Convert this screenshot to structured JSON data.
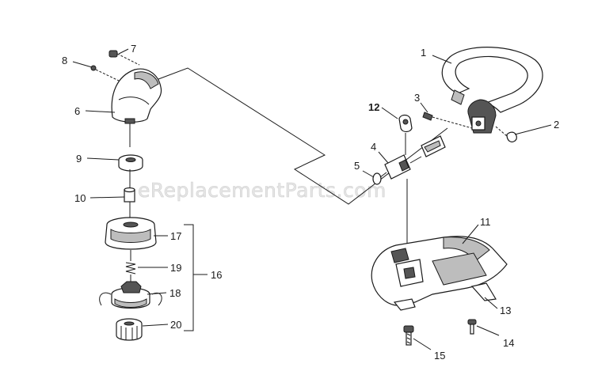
{
  "watermark": "eReplacementParts.com",
  "callouts": [
    {
      "id": "1",
      "label": "1"
    },
    {
      "id": "2",
      "label": "2"
    },
    {
      "id": "3",
      "label": "3"
    },
    {
      "id": "4",
      "label": "4"
    },
    {
      "id": "5",
      "label": "5"
    },
    {
      "id": "6",
      "label": "6"
    },
    {
      "id": "7",
      "label": "7"
    },
    {
      "id": "8",
      "label": "8"
    },
    {
      "id": "9",
      "label": "9"
    },
    {
      "id": "10",
      "label": "10"
    },
    {
      "id": "11",
      "label": "11"
    },
    {
      "id": "12",
      "label": "12"
    },
    {
      "id": "13",
      "label": "13"
    },
    {
      "id": "14",
      "label": "14"
    },
    {
      "id": "15",
      "label": "15"
    },
    {
      "id": "16",
      "label": "16"
    },
    {
      "id": "17",
      "label": "17"
    },
    {
      "id": "18",
      "label": "18"
    },
    {
      "id": "19",
      "label": "19"
    },
    {
      "id": "20",
      "label": "20"
    }
  ]
}
